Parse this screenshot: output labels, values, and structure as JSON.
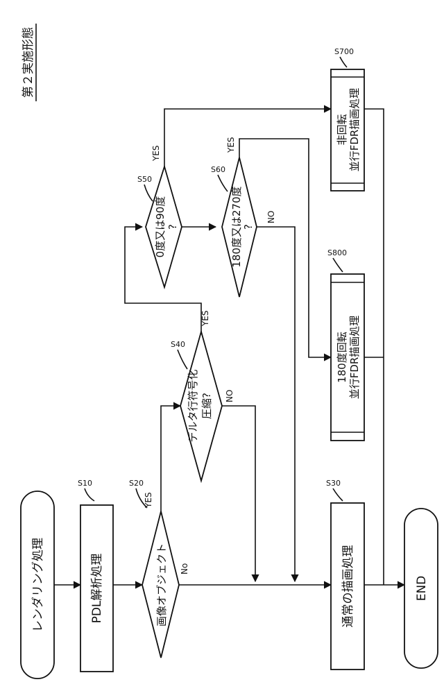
{
  "title": "第２実施形態",
  "nodes": {
    "start": "レンダリング処理",
    "s10": {
      "step": "S10",
      "text": "PDL解析処理"
    },
    "s20": {
      "step": "S20",
      "text": "画像オブジェクト"
    },
    "s30": {
      "step": "S30",
      "text": "通常の描画処理"
    },
    "s40": {
      "step": "S40",
      "line1": "デルタ行符号化",
      "line2": "圧縮?"
    },
    "s50": {
      "step": "S50",
      "line1": "0度又は90度",
      "line2": "?"
    },
    "s60": {
      "step": "S60",
      "line1": "180度又は270度",
      "line2": "?"
    },
    "s700": {
      "step": "S700",
      "line1": "非回転",
      "line2": "並行FDR描画処理"
    },
    "s800": {
      "step": "S800",
      "line1": "180度回転",
      "line2": "並行FDR描画処理"
    },
    "end": "END"
  },
  "branches": {
    "yes": "YES",
    "no_cap": "No",
    "no": "NO"
  }
}
